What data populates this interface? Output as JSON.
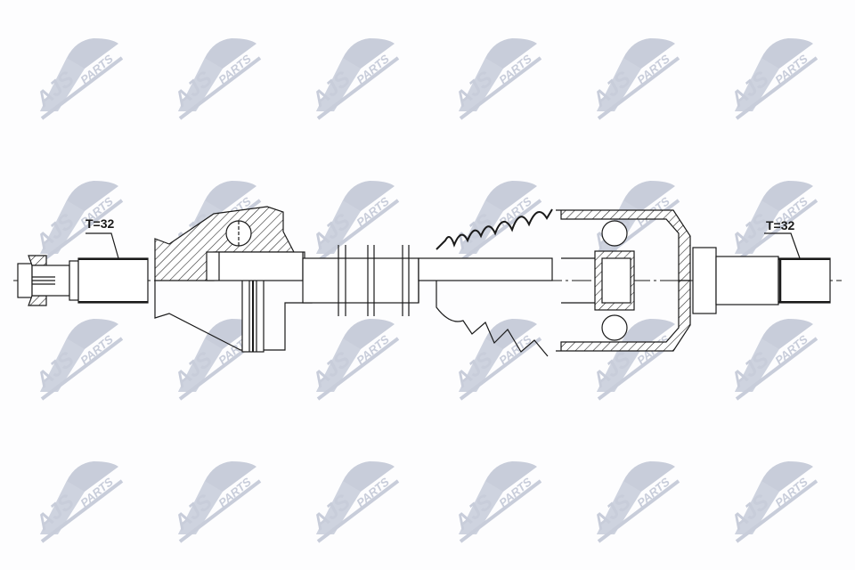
{
  "drawing": {
    "type": "drive-shaft-technical-drawing",
    "left_spline_label": "T=32",
    "right_spline_label": "T=32",
    "line_color": "#1a1a1a",
    "background_color": "#fdfdfe"
  },
  "watermark": {
    "brand_main": "AJS",
    "brand_sub": "PARTS",
    "color": "#c6cbd9",
    "columns_x": [
      85,
      240,
      395,
      555,
      710,
      865
    ],
    "rows_y": [
      85,
      245,
      400,
      560
    ]
  }
}
